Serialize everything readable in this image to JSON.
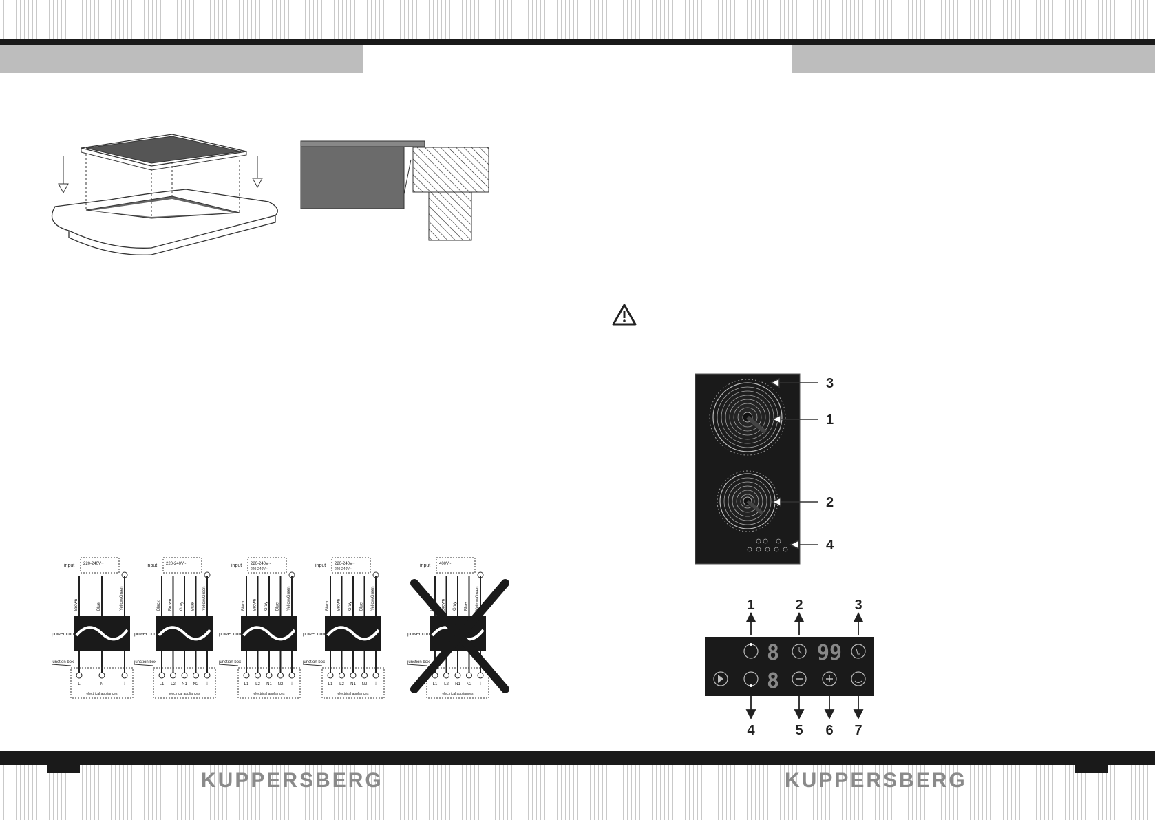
{
  "brand": {
    "left": "KUPPERSBERG",
    "right": "KUPPERSBERG"
  },
  "wiring": {
    "input_label": "input",
    "power_cord_label": "power cord",
    "junction_box_label": "junction box",
    "appliances_label": "electrical appliances",
    "diagrams": [
      {
        "voltage": "220-240V~",
        "voltage2": "",
        "wires": [
          "Brown",
          "Blue",
          "Yellow/Green"
        ],
        "terminals": [
          "L",
          "N",
          "⏚"
        ]
      },
      {
        "voltage": "220-240V~",
        "voltage2": "",
        "wires": [
          "Black",
          "Brown",
          "Gray",
          "Blue",
          "Yellow/Green"
        ],
        "terminals": [
          "L1",
          "L2",
          "N1",
          "N2",
          "⏚"
        ]
      },
      {
        "voltage": "220-240V~",
        "voltage2": "220-240V~",
        "wires": [
          "Black",
          "Brown",
          "Gray",
          "Blue",
          "Yellow/Green"
        ],
        "terminals": [
          "L1",
          "L2",
          "N1",
          "N2",
          "⏚"
        ]
      },
      {
        "voltage": "220-240V~",
        "voltage2": "220-240V~",
        "wires": [
          "Black",
          "Brown",
          "Gray",
          "Blue",
          "Yellow/Green"
        ],
        "terminals": [
          "L1",
          "L2",
          "N1",
          "N2",
          "⏚"
        ]
      },
      {
        "voltage": "400V~",
        "voltage2": "",
        "wires": [
          "Black",
          "Brown",
          "Gray",
          "Blue",
          "Yellow/Green"
        ],
        "terminals": [
          "L1",
          "L2",
          "N1",
          "N2",
          "⏚"
        ]
      }
    ]
  },
  "hob_callouts": [
    "3",
    "1",
    "2",
    "4"
  ],
  "panel": {
    "top_numbers": [
      "1",
      "2",
      "3"
    ],
    "bottom_numbers": [
      "4",
      "5",
      "6",
      "7"
    ],
    "digit_top": "8",
    "digit_bottom": "8",
    "timer_display": "99"
  }
}
